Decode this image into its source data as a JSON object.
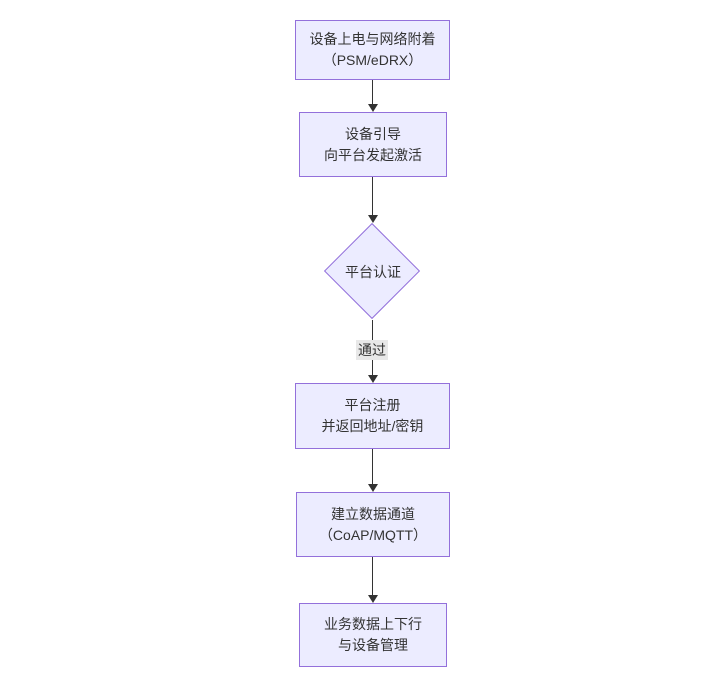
{
  "flowchart": {
    "type": "flowchart-top-down",
    "background_color": "#ffffff",
    "colors": {
      "node_fill": "#ECECFF",
      "node_border": "#9370DB",
      "edge_color": "#333333",
      "text_color": "#333333",
      "edge_label_bg": "#e8e8e8"
    },
    "nodes": [
      {
        "id": "power-attach",
        "shape": "rect",
        "lines": [
          "设备上电与网络附着",
          "（PSM/eDRX）"
        ]
      },
      {
        "id": "bootstrap",
        "shape": "rect",
        "lines": [
          "设备引导",
          "向平台发起激活"
        ]
      },
      {
        "id": "auth",
        "shape": "diamond",
        "lines": [
          "平台认证"
        ]
      },
      {
        "id": "register",
        "shape": "rect",
        "lines": [
          "平台注册",
          "并返回地址/密钥"
        ]
      },
      {
        "id": "channel",
        "shape": "rect",
        "lines": [
          "建立数据通道",
          "（CoAP/MQTT）"
        ]
      },
      {
        "id": "business",
        "shape": "rect",
        "lines": [
          "业务数据上下行",
          "与设备管理"
        ]
      }
    ],
    "edges": [
      {
        "from": "power-attach",
        "to": "bootstrap",
        "label": ""
      },
      {
        "from": "bootstrap",
        "to": "auth",
        "label": ""
      },
      {
        "from": "auth",
        "to": "register",
        "label": "通过"
      },
      {
        "from": "register",
        "to": "channel",
        "label": ""
      },
      {
        "from": "channel",
        "to": "business",
        "label": ""
      }
    ]
  }
}
